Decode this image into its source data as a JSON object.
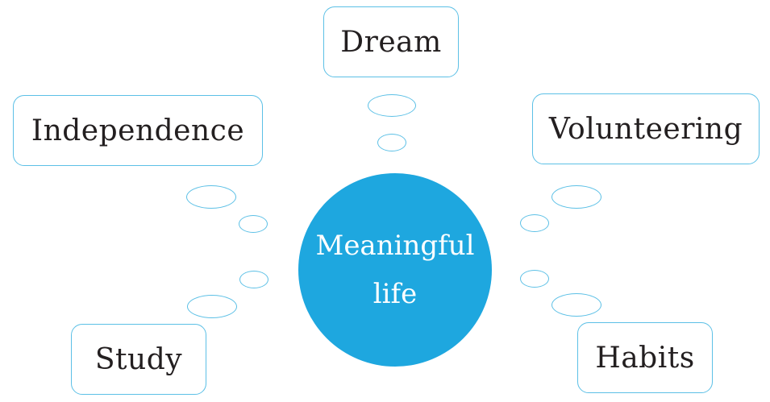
{
  "diagram": {
    "center": {
      "line1": "Meaningful",
      "line2": "life"
    },
    "nodes": {
      "dream": "Dream",
      "independence": "Independence",
      "volunteering": "Volunteering",
      "study": "Study",
      "habits": "Habits"
    },
    "colors": {
      "center_fill": "#1ea7df",
      "outline": "#5cc0e6",
      "text": "#231f20"
    }
  }
}
